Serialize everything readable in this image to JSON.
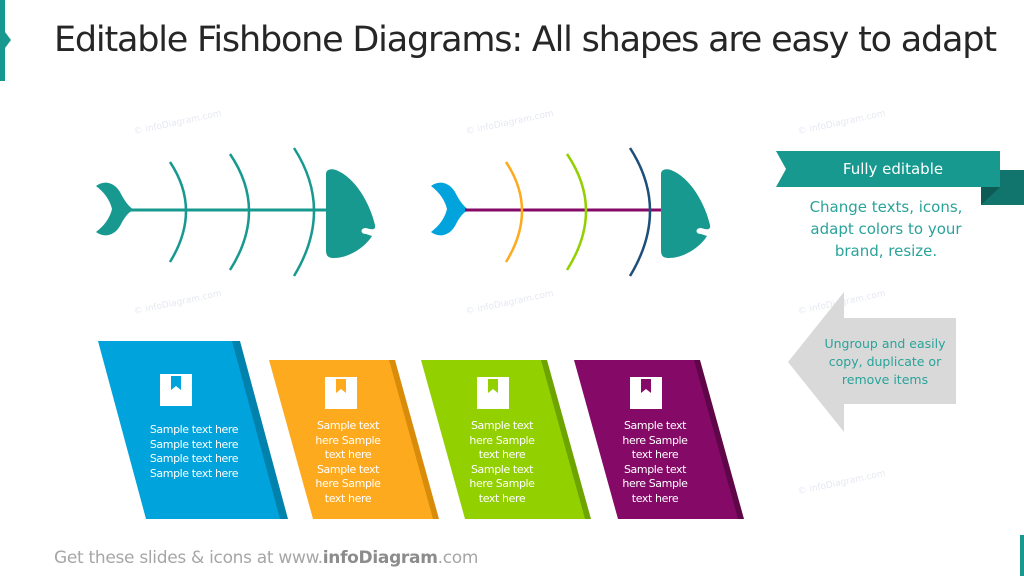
{
  "title": "Editable Fishbone Diagrams: All shapes are easy to adapt",
  "colors": {
    "teal": "#17998f",
    "teal_dark": "#12756d",
    "blue": "#00a3dc",
    "blue_dark": "#0082ad",
    "orange": "#fdaa1f",
    "orange_dark": "#d98c0a",
    "green": "#92d000",
    "green_dark": "#6ea400",
    "purple": "#850a68",
    "purple_dark": "#5f0649",
    "navy": "#1e4e7a",
    "arrow_gray": "#d9d9d9",
    "text_teal": "#2aa39a"
  },
  "watermark": "© infoDiagram.com",
  "fishbones": [
    {
      "name": "fishbone-teal",
      "tail_color": "#17998f",
      "spine_color": "#17998f",
      "head_color": "#17998f",
      "bones": [
        "#17998f",
        "#17998f",
        "#17998f"
      ]
    },
    {
      "name": "fishbone-colored",
      "tail_color": "#00a3dc",
      "spine_color": "#850a68",
      "head_color": "#17998f",
      "bones": [
        "#fdaa1f",
        "#92d000",
        "#1e4e7a"
      ]
    }
  ],
  "callout": {
    "label": "Fully editable",
    "description": "Change texts, icons, adapt colors to your brand, resize."
  },
  "arrow_note": {
    "text": "Ungroup and easily copy, duplicate or remove items"
  },
  "cards": [
    {
      "color": "#00a3dc",
      "shade": "#0082ad",
      "icon": "bookmark-icon",
      "lines": [
        "Sample text here",
        "Sample text here",
        "Sample text here",
        "Sample text here"
      ]
    },
    {
      "color": "#fdaa1f",
      "shade": "#d98c0a",
      "icon": "bookmark-icon",
      "lines": [
        "Sample text",
        "here Sample",
        "text here",
        "Sample text",
        "here Sample",
        "text here"
      ]
    },
    {
      "color": "#92d000",
      "shade": "#6ea400",
      "icon": "bookmark-icon",
      "lines": [
        "Sample text",
        "here Sample",
        "text here",
        "Sample text",
        "here Sample",
        "text here"
      ]
    },
    {
      "color": "#850a68",
      "shade": "#5f0649",
      "icon": "bookmark-icon",
      "lines": [
        "Sample text",
        "here Sample",
        "text here",
        "Sample text",
        "here Sample",
        "text here"
      ]
    }
  ],
  "footer": {
    "prefix": "Get these slides & icons at www.",
    "brand": "infoDiagram",
    "suffix": ".com"
  }
}
